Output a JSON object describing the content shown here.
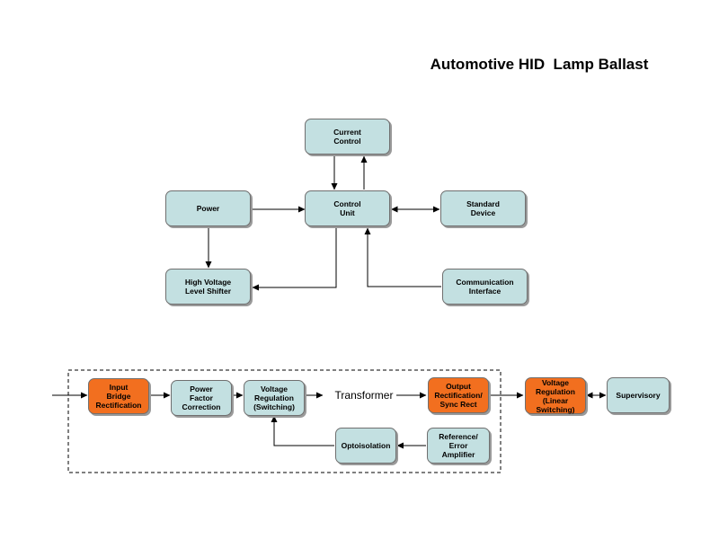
{
  "title": "Automotive HID  Lamp Ballast",
  "upper_diagram": {
    "current_control": [
      "Current",
      "Control"
    ],
    "control_unit": [
      "Control",
      "Unit"
    ],
    "power": [
      "Power"
    ],
    "standard_device": [
      "Standard",
      "Device"
    ],
    "high_voltage_level_shifter": [
      "High Voltage",
      "Level Shifter"
    ],
    "communication_interface": [
      "Communication",
      "Interface"
    ]
  },
  "lower_diagram": {
    "input_bridge_rectification": [
      "Input",
      "Bridge",
      "Rectification"
    ],
    "power_factor_correction": [
      "Power",
      "Factor",
      "Correction"
    ],
    "voltage_regulation_switching": [
      "Voltage",
      "Regulation",
      "(Switching)"
    ],
    "transformer": "Transformer",
    "output_rectification": [
      "Output",
      "Rectification/",
      "Sync Rect"
    ],
    "voltage_regulation_linear": [
      "Voltage",
      "Regulation",
      "(Linear",
      "Switching)"
    ],
    "supervisory": [
      "Supervisory"
    ],
    "optoisolation": [
      "Optoisolation"
    ],
    "reference_error_amplifier": [
      "Reference/",
      "Error",
      "Amplifier"
    ]
  },
  "colors": {
    "box_fill": "#c3e0e1",
    "highlight_fill": "#f26f1f",
    "line": "#000000"
  }
}
